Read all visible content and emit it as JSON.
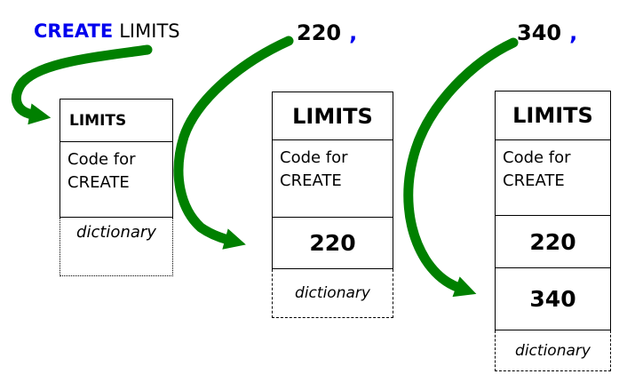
{
  "colors": {
    "keyword_blue": "#0000EE",
    "arrow_green": "#008000",
    "border_black": "#000000"
  },
  "expressions": {
    "create": {
      "keyword": "CREATE",
      "word": "LIMITS"
    },
    "comp1": {
      "number": "220",
      "comma": ","
    },
    "comp2": {
      "number": "340",
      "comma": ","
    }
  },
  "boxes": [
    {
      "header": "LIMITS",
      "code": "Code for CREATE",
      "values": [],
      "footer": "dictionary"
    },
    {
      "header": "LIMITS",
      "code": "Code for CREATE",
      "values": [
        "220"
      ],
      "footer": "dictionary"
    },
    {
      "header": "LIMITS",
      "code": "Code for CREATE",
      "values": [
        "220",
        "340"
      ],
      "footer": "dictionary"
    }
  ]
}
